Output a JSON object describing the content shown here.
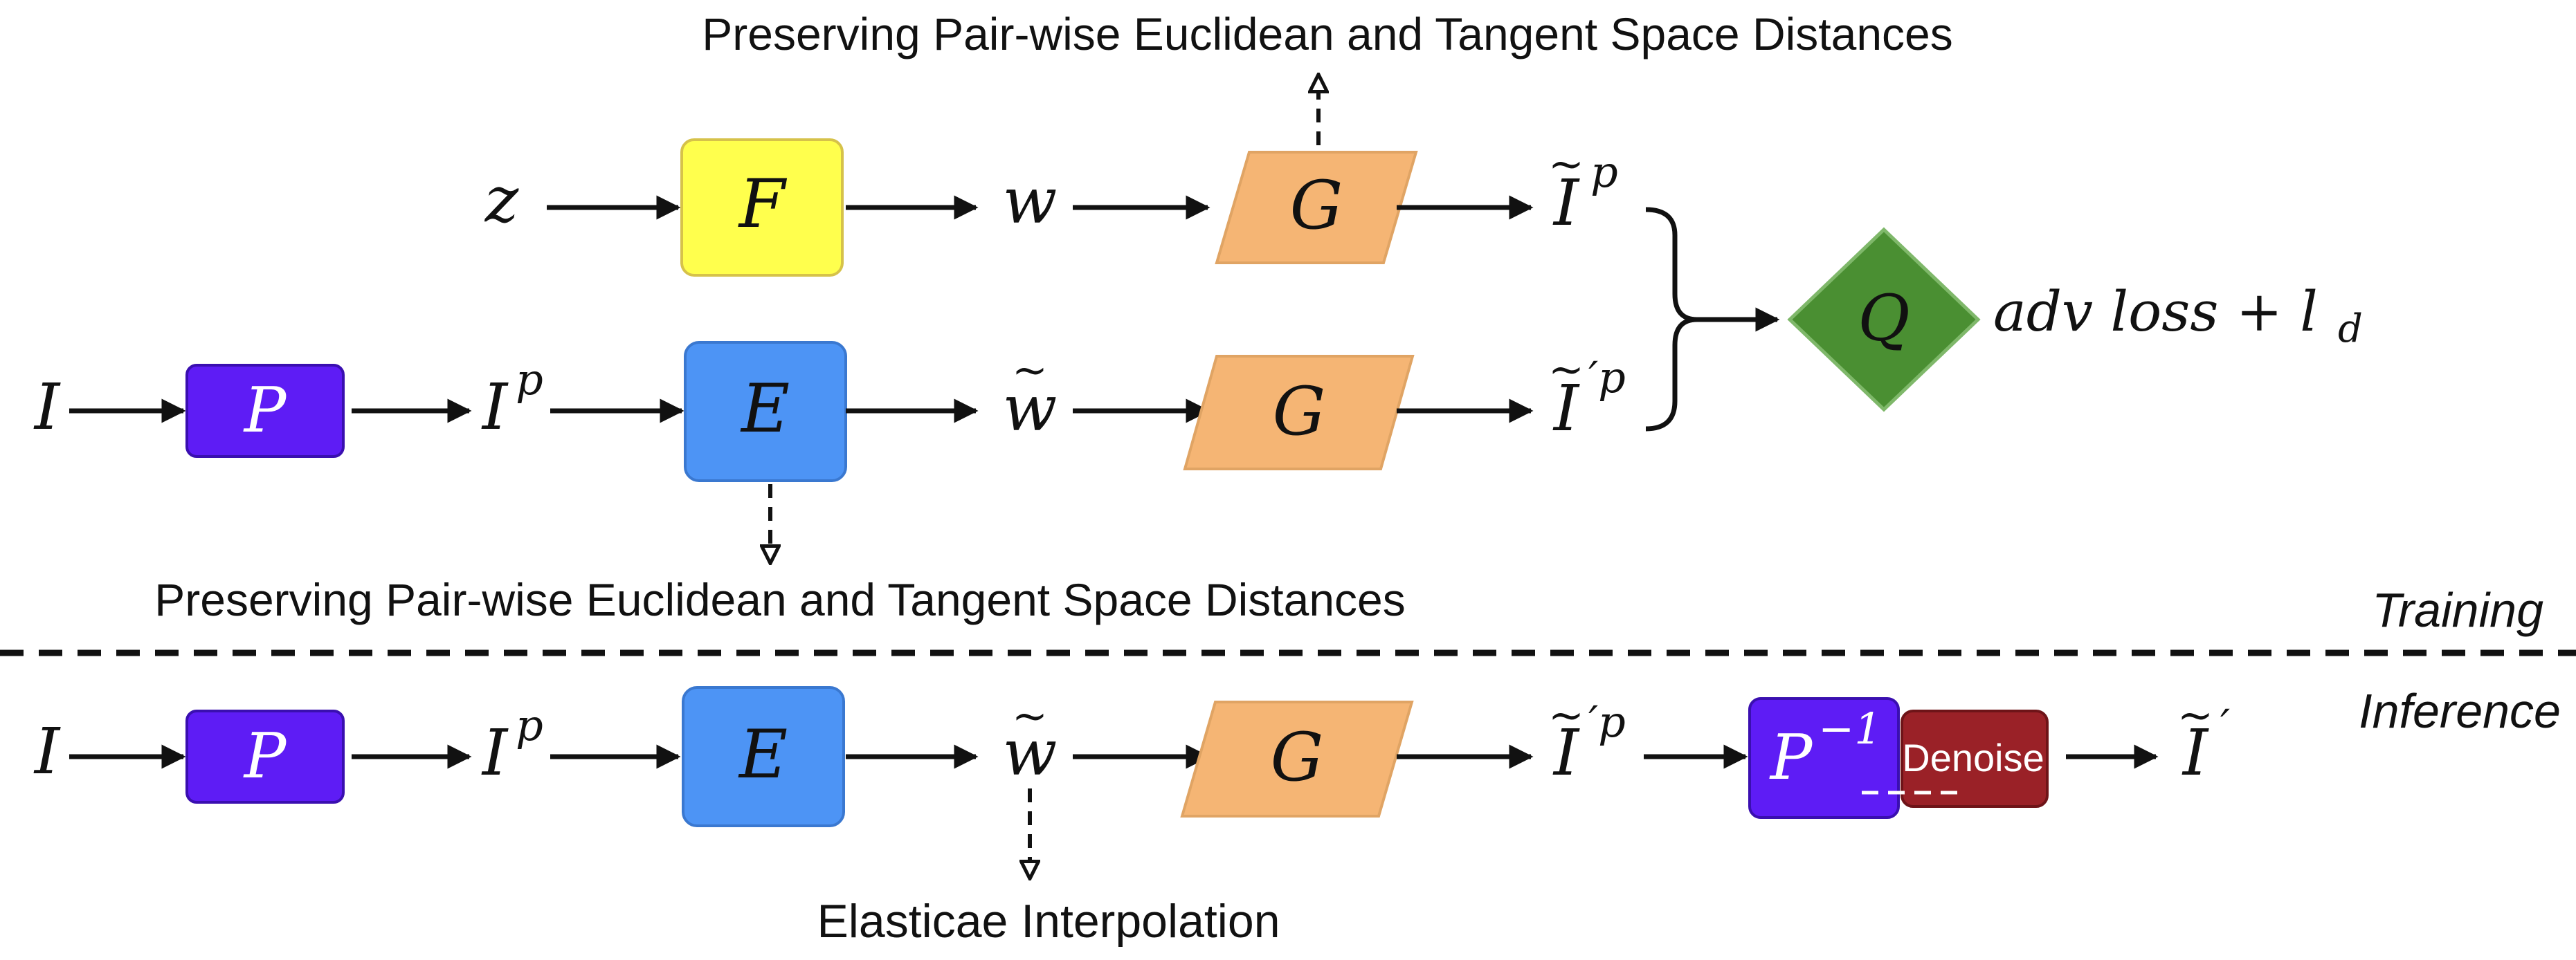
{
  "annotations": {
    "top_preserve": "Preserving Pair-wise Euclidean and Tangent Space Distances",
    "mid_preserve": "Preserving Pair-wise Euclidean and Tangent Space Distances",
    "interpolation": "Elasticae Interpolation",
    "training": "Training",
    "inference": "Inference"
  },
  "training": {
    "top_row": {
      "input": "z",
      "mapping": "F",
      "latent": "w",
      "generator": "G",
      "output_base": "I",
      "output_sup": "p"
    },
    "bottom_row": {
      "input": "I",
      "transform": "P",
      "transformed_base": "I",
      "transformed_sup": "p",
      "encoder": "E",
      "latent": "w",
      "generator": "G",
      "output_base": "I",
      "output_sup": "′p"
    },
    "discriminator": "Q",
    "loss_text": "adv loss + l",
    "loss_sub": "d"
  },
  "inference": {
    "input": "I",
    "transform": "P",
    "transformed_base": "I",
    "transformed_sup": "p",
    "encoder": "E",
    "latent": "w",
    "generator": "G",
    "output_base": "I",
    "output_sup": "′p",
    "inverse_base": "P",
    "inverse_sup": "−1",
    "denoise": "Denoise",
    "final_base": "I",
    "final_sup": "′"
  },
  "colors": {
    "F": "#ffff4d",
    "P": "#5e1cf5",
    "E": "#4d94f5",
    "G": "#f5b574",
    "Q": "#4a8f32",
    "Denoise": "#9a2127"
  }
}
